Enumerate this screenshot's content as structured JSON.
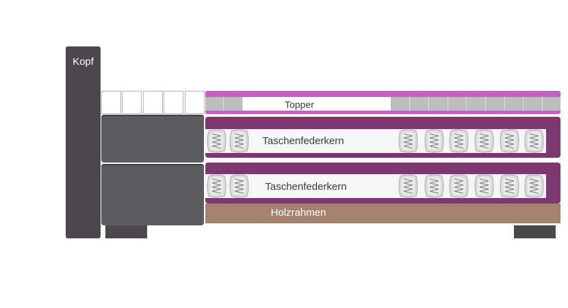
{
  "labels": {
    "head": "Kopf",
    "topper": "Topper",
    "spring_core_upper": "Taschenfederkern",
    "spring_core_lower": "Taschenfederkern",
    "frame": "Holzrahmen"
  },
  "colors": {
    "headboard": "#4a484a",
    "box": "#5c5b5d",
    "topper": "#c660c2",
    "spring_core": "#7e3870",
    "frame": "#a5826e",
    "spring_fill": "#f6f6f6"
  },
  "icons": {
    "spring": "pocket-spring-icon"
  }
}
